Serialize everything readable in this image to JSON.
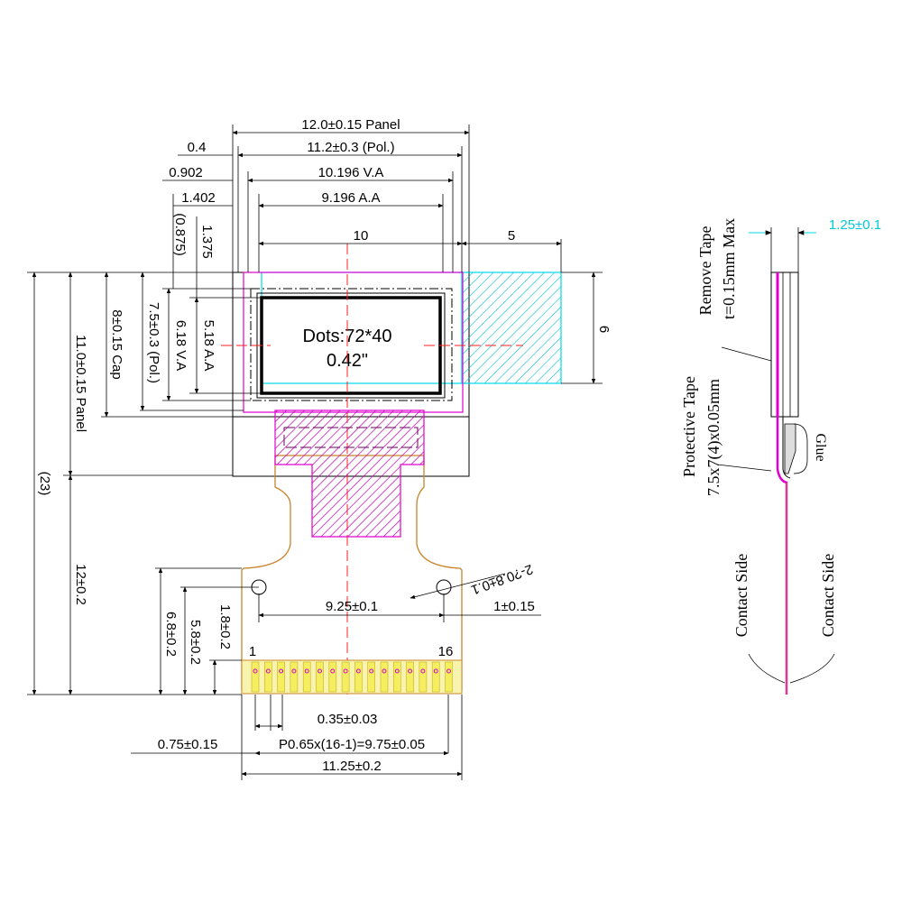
{
  "drawing": {
    "top_dims": {
      "panel_width": "12.0±0.15 Panel",
      "pol_width": "11.2±0.3 (Pol.)",
      "va_width": "10.196 V.A",
      "aa_width": "9.196 A.A",
      "offset_04": "0.4",
      "offset_0902": "0.902",
      "offset_1402": "1.402",
      "tab_gap": "10",
      "tab_width": "5"
    },
    "left_dims": {
      "offset_0875": "(0.875)",
      "offset_1375": "1.375",
      "aa_height": "5.18 A.A",
      "va_height": "6.18 V.A",
      "pol_height": "7.5±0.3 (Pol.)",
      "cap_height": "8±0.15 Cap",
      "panel_height": "11.0±0.15 Panel",
      "total_height": "(23)",
      "fpc_length": "12±0.2"
    },
    "right_dims": {
      "tab_height": "6"
    },
    "display": {
      "dots": "Dots:72*40",
      "size": "0.42\""
    },
    "fpc": {
      "hole_callout": "2-?0.8±0.1",
      "hole_pitch": "9.25±0.1",
      "hole_edge": "1±0.15",
      "height_68": "6.8±0.2",
      "height_58": "5.8±0.2",
      "height_18": "1.8±0.2",
      "pin_first": "1",
      "pin_last": "16",
      "pin_width": "0.35±0.03",
      "pin_pitch": "P0.65x(16-1)=9.75±0.05",
      "edge_offset": "0.75±0.15",
      "fpc_width": "11.25±0.2"
    },
    "side_view": {
      "thickness": "1.25±0.1",
      "remove_tape": "Remove Tape",
      "remove_tape_spec": "t=0.15mm Max",
      "protective_tape": "Protective Tape",
      "protective_tape_spec": "7.5x7(4)x0.05mm",
      "glue": "Glue",
      "contact_side_left": "Contact Side",
      "contact_side_right": "Contact Side"
    },
    "colors": {
      "magenta": "#e000d0",
      "cyan": "#00d8e8",
      "fpc_outline": "#c8842a",
      "pad_yellow": "#f4ee60",
      "center_line": "#ff2020"
    }
  }
}
